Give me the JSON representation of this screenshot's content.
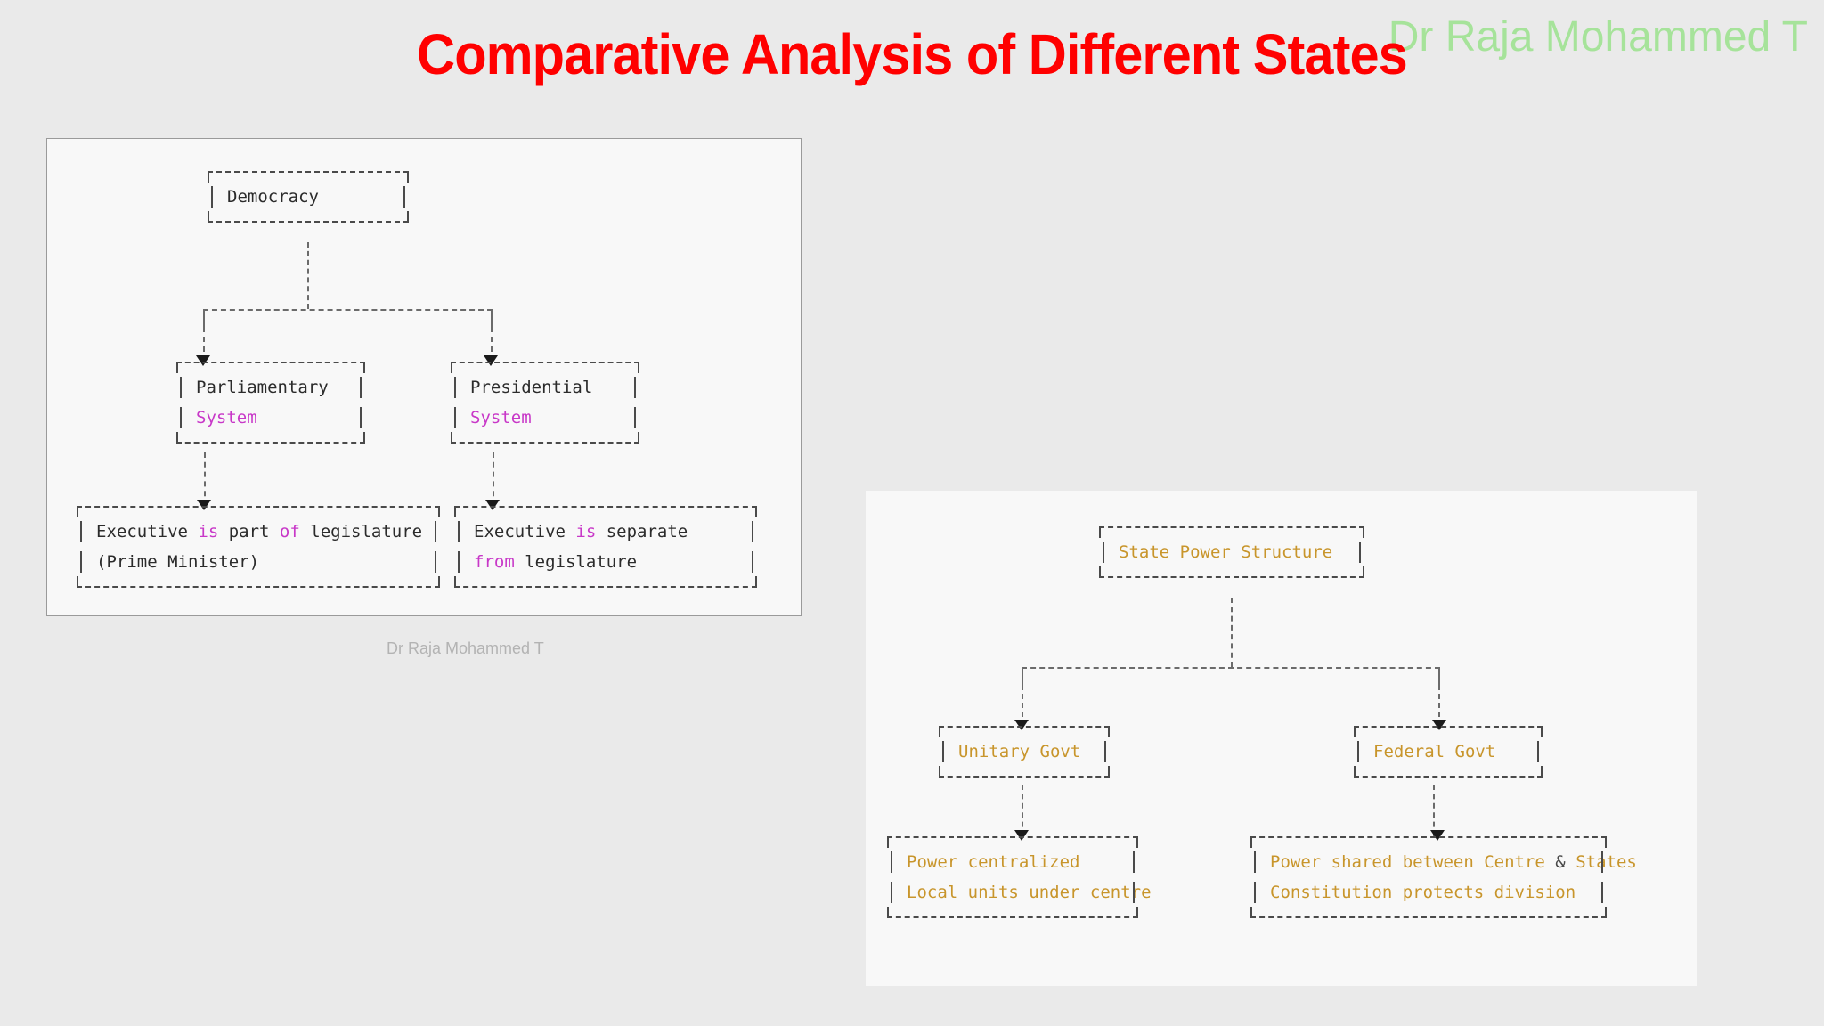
{
  "slide": {
    "title": "Comparative Analysis of Different States",
    "title_color": "#ff0000",
    "background_color": "#eaeaea",
    "watermark_top_right": "Dr Raja Mohammed T",
    "watermark_color": "#a6e39a",
    "caption_left": "Dr Raja Mohammed T",
    "caption_color": "#b3b3b3"
  },
  "colors": {
    "card_background": "#f8f8f8",
    "card_border": "#9a9a9a",
    "box_border": "#4a4a4a",
    "connector": "#6b6b6b",
    "text_plain": "#2b2b2b",
    "text_keyword": "#c838c8",
    "text_gold": "#c8952b"
  },
  "left_diagram": {
    "name": "democracy-systems-tree",
    "root": {
      "id": "democracy",
      "lines": [
        {
          "tokens": [
            {
              "t": "Democracy",
              "c": "plain"
            }
          ]
        }
      ]
    },
    "level2": [
      {
        "id": "parliamentary-system",
        "lines": [
          {
            "tokens": [
              {
                "t": "Parliamentary",
                "c": "plain"
              }
            ]
          },
          {
            "tokens": [
              {
                "t": "System",
                "c": "kw"
              }
            ]
          }
        ]
      },
      {
        "id": "presidential-system",
        "lines": [
          {
            "tokens": [
              {
                "t": "Presidential",
                "c": "plain"
              }
            ]
          },
          {
            "tokens": [
              {
                "t": "System",
                "c": "kw"
              }
            ]
          }
        ]
      }
    ],
    "level3": [
      {
        "id": "executive-part-of-legislature",
        "lines": [
          {
            "tokens": [
              {
                "t": "Executive ",
                "c": "plain"
              },
              {
                "t": "is",
                "c": "kw"
              },
              {
                "t": " part ",
                "c": "plain"
              },
              {
                "t": "of",
                "c": "kw"
              },
              {
                "t": " legislature",
                "c": "plain"
              }
            ]
          },
          {
            "tokens": [
              {
                "t": "(Prime Minister)",
                "c": "plain"
              }
            ]
          }
        ]
      },
      {
        "id": "executive-separate-from-legislature",
        "lines": [
          {
            "tokens": [
              {
                "t": "Executive ",
                "c": "plain"
              },
              {
                "t": "is",
                "c": "kw"
              },
              {
                "t": " separate",
                "c": "plain"
              }
            ]
          },
          {
            "tokens": [
              {
                "t": "from",
                "c": "kw"
              },
              {
                "t": " legislature",
                "c": "plain"
              }
            ]
          }
        ]
      }
    ]
  },
  "right_diagram": {
    "name": "state-power-structure-tree",
    "root": {
      "id": "state-power-structure",
      "lines": [
        {
          "tokens": [
            {
              "t": "State Power Structure",
              "c": "gold"
            }
          ]
        }
      ]
    },
    "level2": [
      {
        "id": "unitary-govt",
        "lines": [
          {
            "tokens": [
              {
                "t": "Unitary Govt",
                "c": "gold"
              }
            ]
          }
        ]
      },
      {
        "id": "federal-govt",
        "lines": [
          {
            "tokens": [
              {
                "t": "Federal Govt",
                "c": "gold"
              }
            ]
          }
        ]
      }
    ],
    "level3": [
      {
        "id": "power-centralized",
        "lines": [
          {
            "tokens": [
              {
                "t": "Power centralized",
                "c": "gold"
              }
            ]
          },
          {
            "tokens": [
              {
                "t": "Local units under centre",
                "c": "gold"
              }
            ]
          }
        ]
      },
      {
        "id": "power-shared",
        "lines": [
          {
            "tokens": [
              {
                "t": "Power shared between Centre ",
                "c": "gold"
              },
              {
                "t": "&",
                "c": "amp"
              },
              {
                "t": " States",
                "c": "gold"
              }
            ]
          },
          {
            "tokens": [
              {
                "t": "Constitution protects division",
                "c": "gold"
              }
            ]
          }
        ]
      }
    ]
  }
}
